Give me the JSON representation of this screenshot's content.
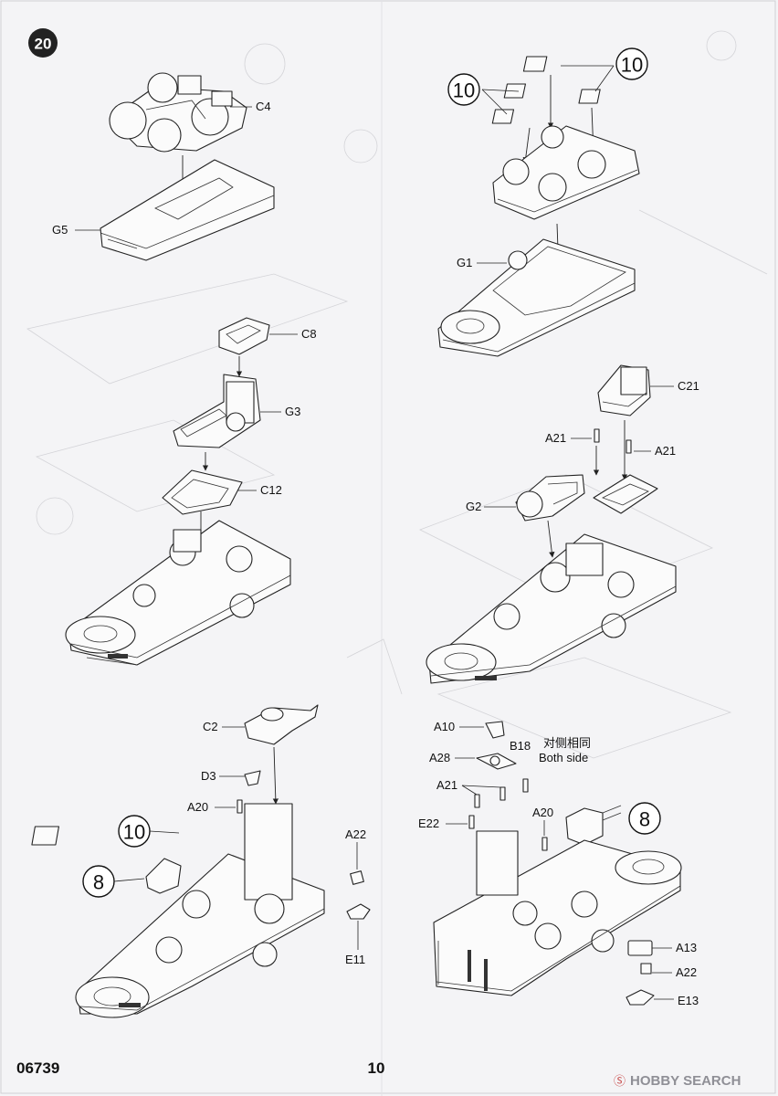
{
  "step": {
    "number": "20"
  },
  "labels": {
    "c4": "C4",
    "g5": "G5",
    "c8": "C8",
    "g3": "G3",
    "c12": "C12",
    "g1": "G1",
    "c21": "C21",
    "a21_left": "A21",
    "a21_right": "A21",
    "g2": "G2",
    "c2": "C2",
    "d3": "D3",
    "a20_left": "A20",
    "a22_top": "A22",
    "e11": "E11",
    "a10": "A10",
    "b18": "B18",
    "a28": "A28",
    "a21_bottom": "A21",
    "e22": "E22",
    "a20_right": "A20",
    "a13": "A13",
    "a22_bottom": "A22",
    "e13": "E13"
  },
  "both_side": {
    "chinese": "对侧相同",
    "english": "Both side"
  },
  "callouts": {
    "top_right_a": "10",
    "top_right_b": "10",
    "bottom_left_10": "10",
    "bottom_left_8": "8",
    "bottom_right_8": "8"
  },
  "footer": {
    "code": "06739",
    "page": "10",
    "watermark_text": "HOBBY SEARCH",
    "watermark_mark": "Ⓢ"
  }
}
